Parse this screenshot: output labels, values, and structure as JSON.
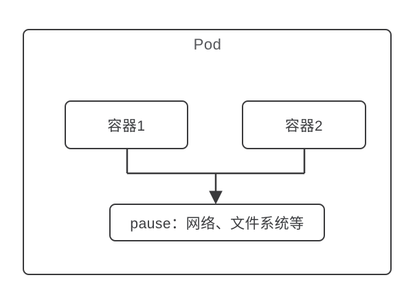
{
  "diagram": {
    "title": "Pod",
    "background_color": "#ffffff",
    "stroke_color": "#3a3a3c",
    "text_color": "#3b3c3f",
    "title_color": "#55565a",
    "outer_box": {
      "label": "Pod",
      "name": "pod"
    },
    "nodes": [
      {
        "id": "container-1",
        "label": "容器1"
      },
      {
        "id": "container-2",
        "label": "容器2"
      },
      {
        "id": "pause",
        "label": "pause：网络、文件系统等"
      }
    ],
    "edges": [
      {
        "from": "container-1",
        "to": "pause",
        "arrow": true,
        "style": "orthogonal"
      },
      {
        "from": "container-2",
        "to": "pause",
        "arrow": true,
        "style": "orthogonal"
      }
    ]
  }
}
